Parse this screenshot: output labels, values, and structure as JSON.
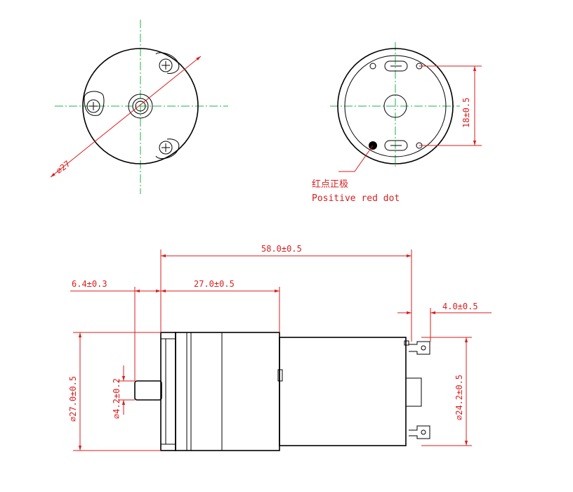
{
  "labels": {
    "diameter_front": "⌀27",
    "positive_cn": "红点正极",
    "positive_en": "Positive red dot",
    "dim_18": "18±0.5",
    "dim_58": "58.0±0.5",
    "dim_27": "27.0±0.5",
    "dim_6_4": "6.4±0.3",
    "dim_4_0": "4.0±0.5",
    "dim_dia27": "⌀27.0±0.5",
    "dim_dia4_2": "⌀4.2±0.2",
    "dim_dia24_2": "⌀24.2±0.5"
  },
  "colors": {
    "dimension": "#d81e1e",
    "centerline": "#22b04a",
    "outline": "#000000",
    "red_dot": "#d81e1e"
  }
}
